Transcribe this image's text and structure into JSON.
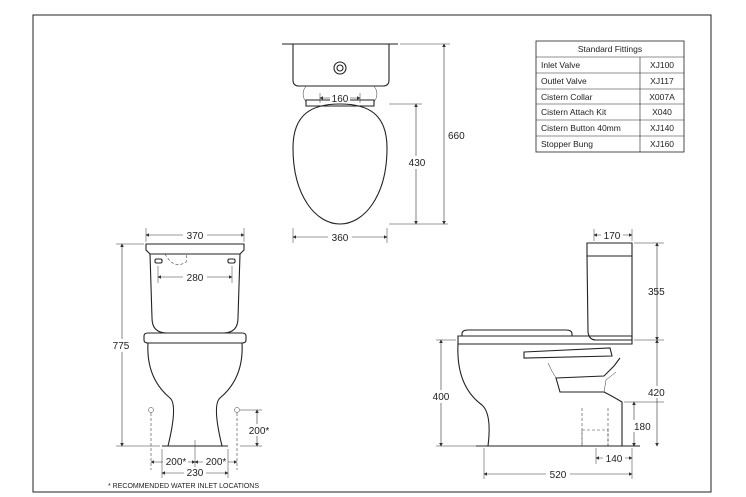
{
  "fittings_table": {
    "title": "Standard Fittings",
    "rows": [
      {
        "item": "Inlet Valve",
        "code": "XJ100"
      },
      {
        "item": "Outlet Valve",
        "code": "XJ117"
      },
      {
        "item": "Cistern Collar",
        "code": "X007A"
      },
      {
        "item": "Cistern Attach Kit",
        "code": "X040"
      },
      {
        "item": "Cistern Button 40mm",
        "code": "XJ140"
      },
      {
        "item": "Stopper Bung",
        "code": "XJ160"
      }
    ]
  },
  "top_view": {
    "dim_width": "360",
    "dim_depth": "430",
    "dim_total": "660",
    "dim_hinge": "160"
  },
  "front_view": {
    "dim_width": "370",
    "dim_fix": "280",
    "dim_height": "775",
    "dim_inlet_left": "200*",
    "dim_inlet_right": "200*",
    "dim_inlet_height": "200*",
    "dim_base": "230"
  },
  "side_view": {
    "dim_cistern_depth": "170",
    "dim_cistern_height": "355",
    "dim_seat_height": "400",
    "dim_outlet_height": "420",
    "dim_outlet_low": "180",
    "dim_outlet_setback": "140",
    "dim_length": "520"
  },
  "footnote": "* RECOMMENDED WATER INLET LOCATIONS"
}
